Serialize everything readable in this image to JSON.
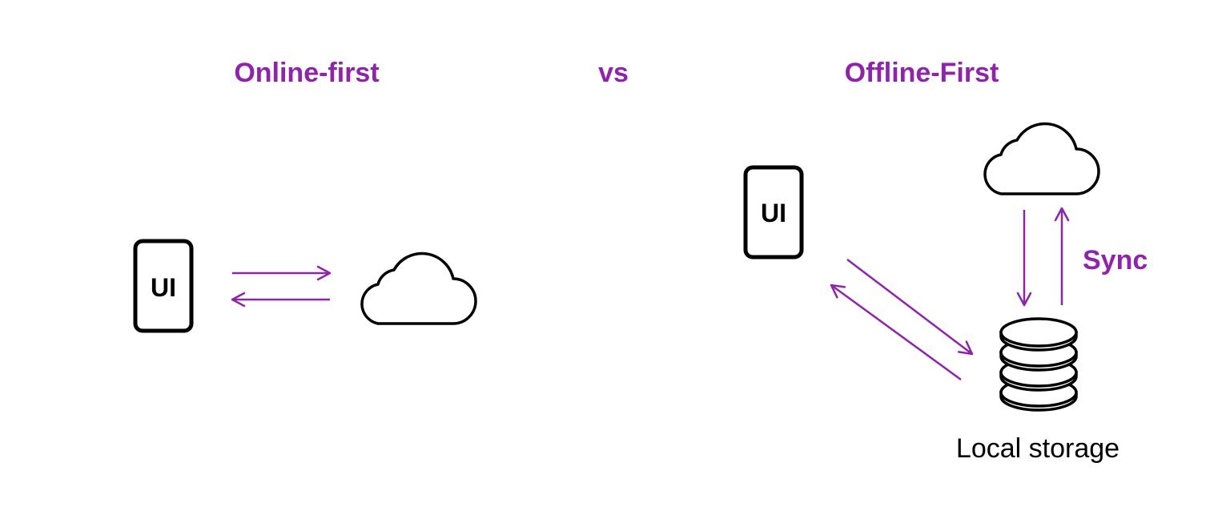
{
  "headings": {
    "online": "Online-first",
    "versus": "vs",
    "offline": "Offline-First"
  },
  "online_first": {
    "device_label": "UI",
    "device_icon": "phone-icon",
    "server_icon": "cloud-icon"
  },
  "offline_first": {
    "device_label": "UI",
    "device_icon": "phone-icon",
    "server_icon": "cloud-icon",
    "storage_icon": "database-icon",
    "storage_label": "Local storage",
    "sync_label": "Sync"
  },
  "colors": {
    "accent": "#8e24aa",
    "ink": "#000000",
    "background": "#ffffff"
  }
}
